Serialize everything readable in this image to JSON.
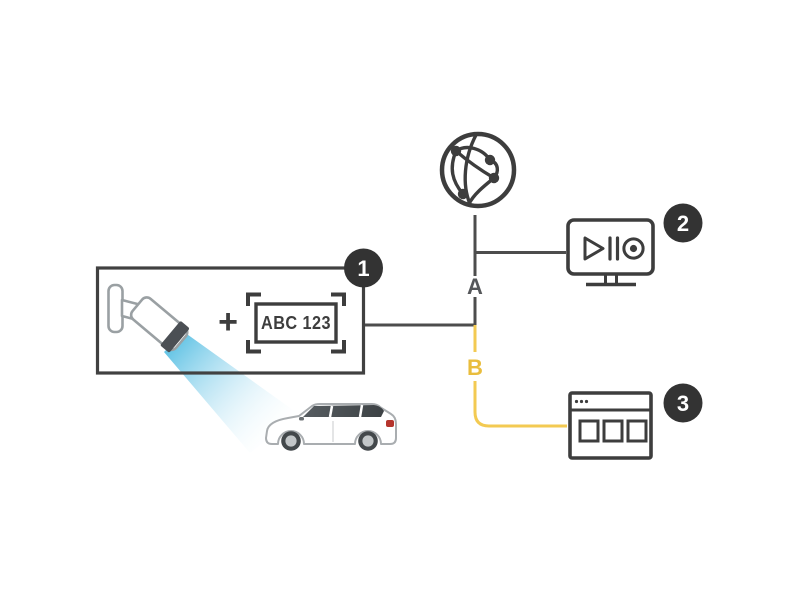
{
  "figure": {
    "type": "license-plate-recognition-network-diagram",
    "camera_box": {
      "badge": "1",
      "plus_sign": "+",
      "license_plate_text": "ABC 123"
    },
    "network": {
      "link_a_label": "A",
      "link_b_label": "B"
    },
    "endpoints": {
      "video_player_badge": "2",
      "web_browser_badge": "3"
    },
    "icons": [
      {
        "name": "network-globe-icon"
      },
      {
        "name": "bullet-camera-icon"
      },
      {
        "name": "license-plate-icon"
      },
      {
        "name": "monitor-playback-icon"
      },
      {
        "name": "browser-window-icon"
      },
      {
        "name": "car-illustration"
      },
      {
        "name": "detection-beam"
      }
    ],
    "colors": {
      "icon_dark": "#3d3d3d",
      "line_gray": "#4d4d4d",
      "line_yellow": "#f3ca52",
      "label_a": "#55575a",
      "label_b": "#e9bd3d",
      "badge_background": "#333333",
      "badge_text": "#ffffff",
      "beam_blue": "#5fc2e4",
      "camera_outline_gray": "#9aa0a3",
      "lens_dark": "#4b4f54",
      "car_outline": "#a9adb0",
      "window_tint": "#474c4f",
      "taillight_red": "#b5342c"
    }
  }
}
